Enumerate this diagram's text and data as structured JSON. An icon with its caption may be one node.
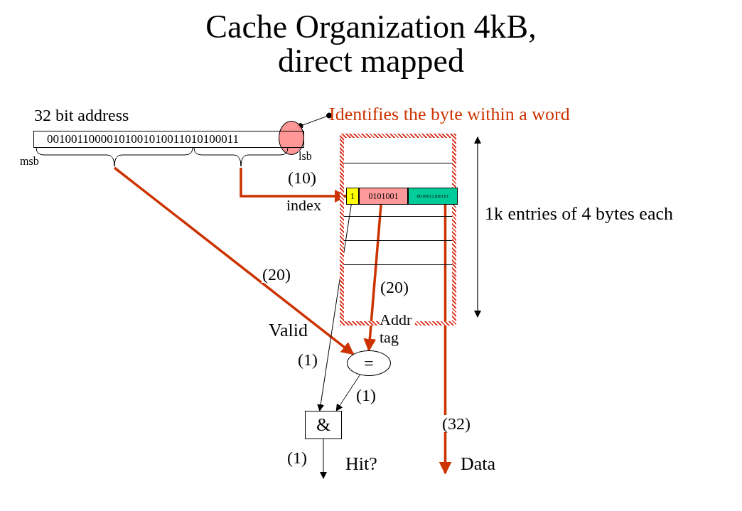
{
  "diagram": {
    "title": "Cache Organization 4kB, direct mapped",
    "nodes": [
      {
        "text": [
          "00100110000101001010011010100011"
        ]
      },
      {
        "text": [],
        "shape": "circle"
      },
      {
        "text": [
          "Identifies the byte within a word"
        ]
      },
      {
        "text": [],
        "shape": "brace"
      },
      {
        "text": [],
        "shape": "brace"
      },
      {
        "text": [],
        "shape": "box"
      },
      {
        "text": [
          "1"
        ],
        "in": 5
      },
      {
        "text": [
          "0101001"
        ],
        "in": 5
      },
      {
        "text": [
          "0010011100101"
        ],
        "in": 5
      },
      {
        "text": [
          "="
        ]
      },
      {
        "text": [
          "&"
        ]
      }
    ],
    "edges": [
      {
        "from": 2,
        "to": 1,
        "arrow": "other"
      },
      {
        "from": 4,
        "to": 6,
        "arrow": "to",
        "label": "(10)",
        "style": "thick",
        "color": "#cc3300"
      },
      {
        "from": 3,
        "to": 9,
        "arrow": "to",
        "label": "(20)",
        "style": "thick",
        "color": "#cc3300"
      },
      {
        "from": 7,
        "to": 9,
        "arrow": "to",
        "label": "(20)",
        "style": "thick",
        "color": "#cc3300"
      },
      {
        "from": 6,
        "to": 10,
        "arrow": "to",
        "label": "(1)"
      },
      {
        "from": 9,
        "to": 10,
        "arrow": "to",
        "label": "(1)"
      },
      {
        "from": 10,
        "to": null,
        "arrow": "to",
        "label": "(1)"
      },
      {
        "from": 8,
        "to": null,
        "arrow": "to",
        "label": "(32)",
        "style": "thick",
        "color": "#cc3300"
      }
    ],
    "labels": [
      "32 bit address",
      "msb",
      "lsb",
      "index",
      "1k entries of 4 bytes each",
      "Valid",
      "Addr tag",
      "Hit?",
      "Data"
    ]
  }
}
